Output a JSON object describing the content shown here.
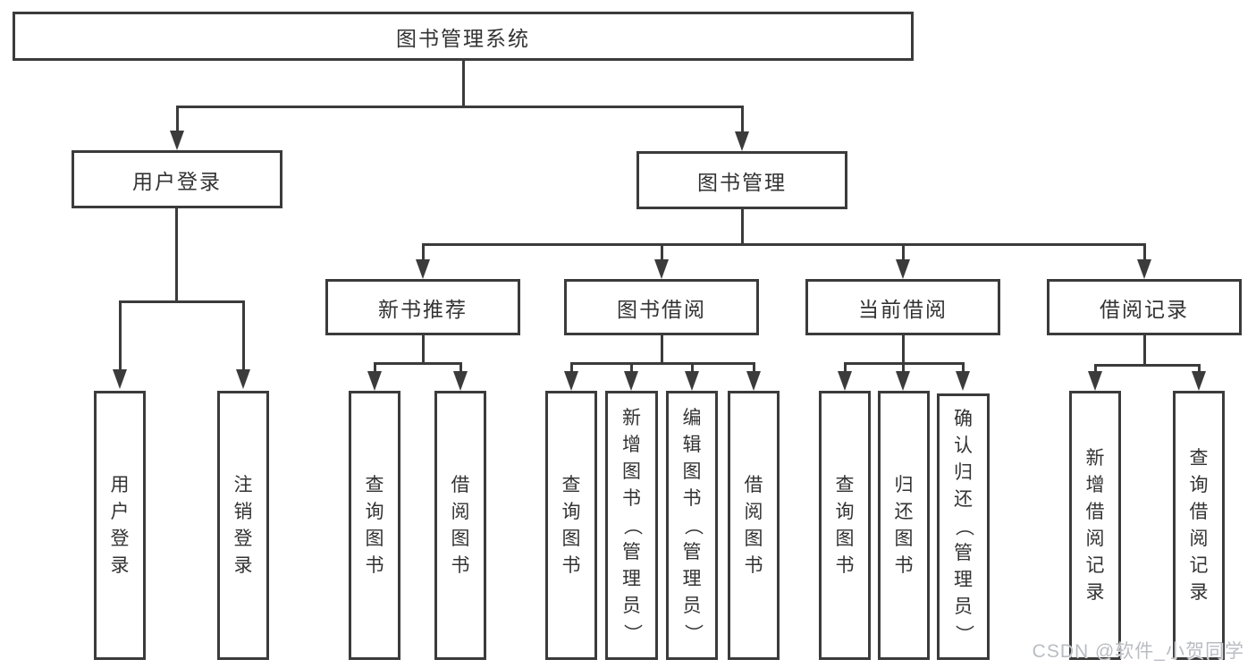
{
  "title": "图书管理系统",
  "nodes": {
    "user_login": "用户登录",
    "book_mgmt": "图书管理",
    "new_books": "新书推荐",
    "borrow": "图书借阅",
    "current": "当前借阅",
    "records": "借阅记录"
  },
  "leaves": {
    "user_login": [
      "用户登录",
      "注销登录"
    ],
    "new_books": [
      "查询图书",
      "借阅图书"
    ],
    "borrow": [
      "查询图书",
      "新增图书（管理员）",
      "编辑图书（管理员）",
      "借阅图书"
    ],
    "current": [
      "查询图书",
      "归还图书",
      "确认归还（管理员）"
    ],
    "records": [
      "新增借阅记录",
      "查询借阅记录"
    ]
  },
  "watermark": "CSDN @软件_小贺同学",
  "colors": {
    "line": "#3b3b3b",
    "text": "#333333",
    "background": "#ffffff",
    "watermark": "#b9bdc3"
  }
}
